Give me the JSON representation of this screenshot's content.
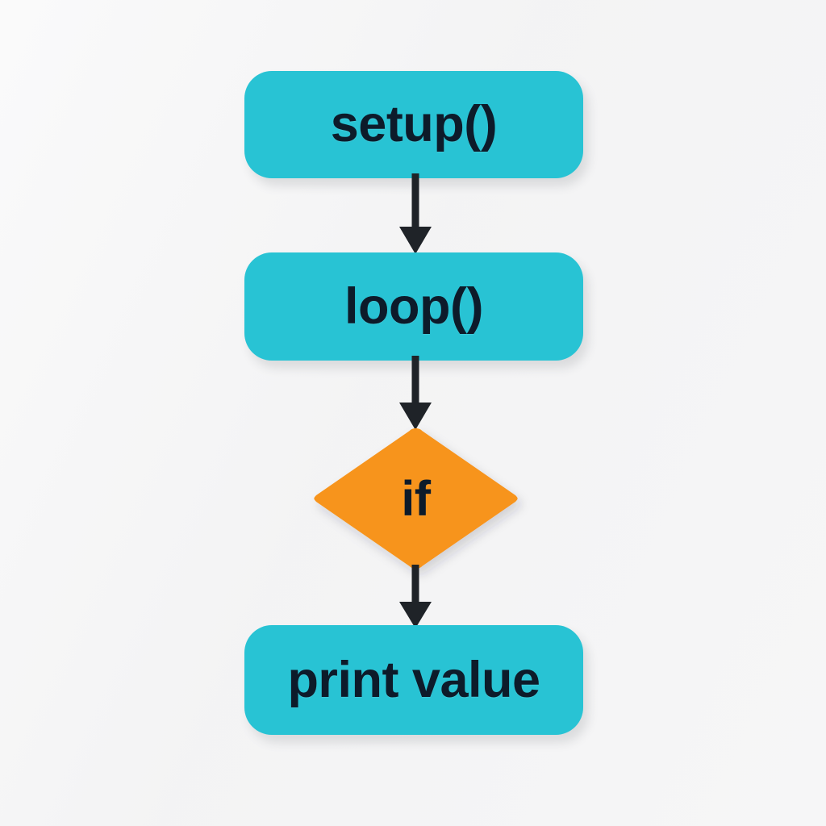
{
  "diagram": {
    "title": "",
    "background_color": "#f4f4f5",
    "node_fill_process": "#28c3d4",
    "node_fill_decision": "#f7941e",
    "text_color": "#0d1b2a",
    "connector_color": "#1f2328",
    "nodes": [
      {
        "id": "setup",
        "label": "setup()",
        "shape": "rounded-rectangle",
        "color": "#28c3d4"
      },
      {
        "id": "loop",
        "label": "loop()",
        "shape": "rounded-rectangle",
        "color": "#28c3d4"
      },
      {
        "id": "if",
        "label": "if",
        "shape": "diamond",
        "color": "#f7941e"
      },
      {
        "id": "print",
        "label": "print value",
        "shape": "rounded-rectangle",
        "color": "#28c3d4"
      }
    ],
    "edges": [
      {
        "id": "setup-loop",
        "from": "setup",
        "to": "loop",
        "label": "",
        "arrowhead": "filled-triangle"
      },
      {
        "id": "loop-if",
        "from": "loop",
        "to": "if",
        "label": "",
        "arrowhead": "filled-triangle"
      },
      {
        "id": "if-print",
        "from": "if",
        "to": "print",
        "label": "",
        "arrowhead": "filled-triangle"
      }
    ]
  }
}
